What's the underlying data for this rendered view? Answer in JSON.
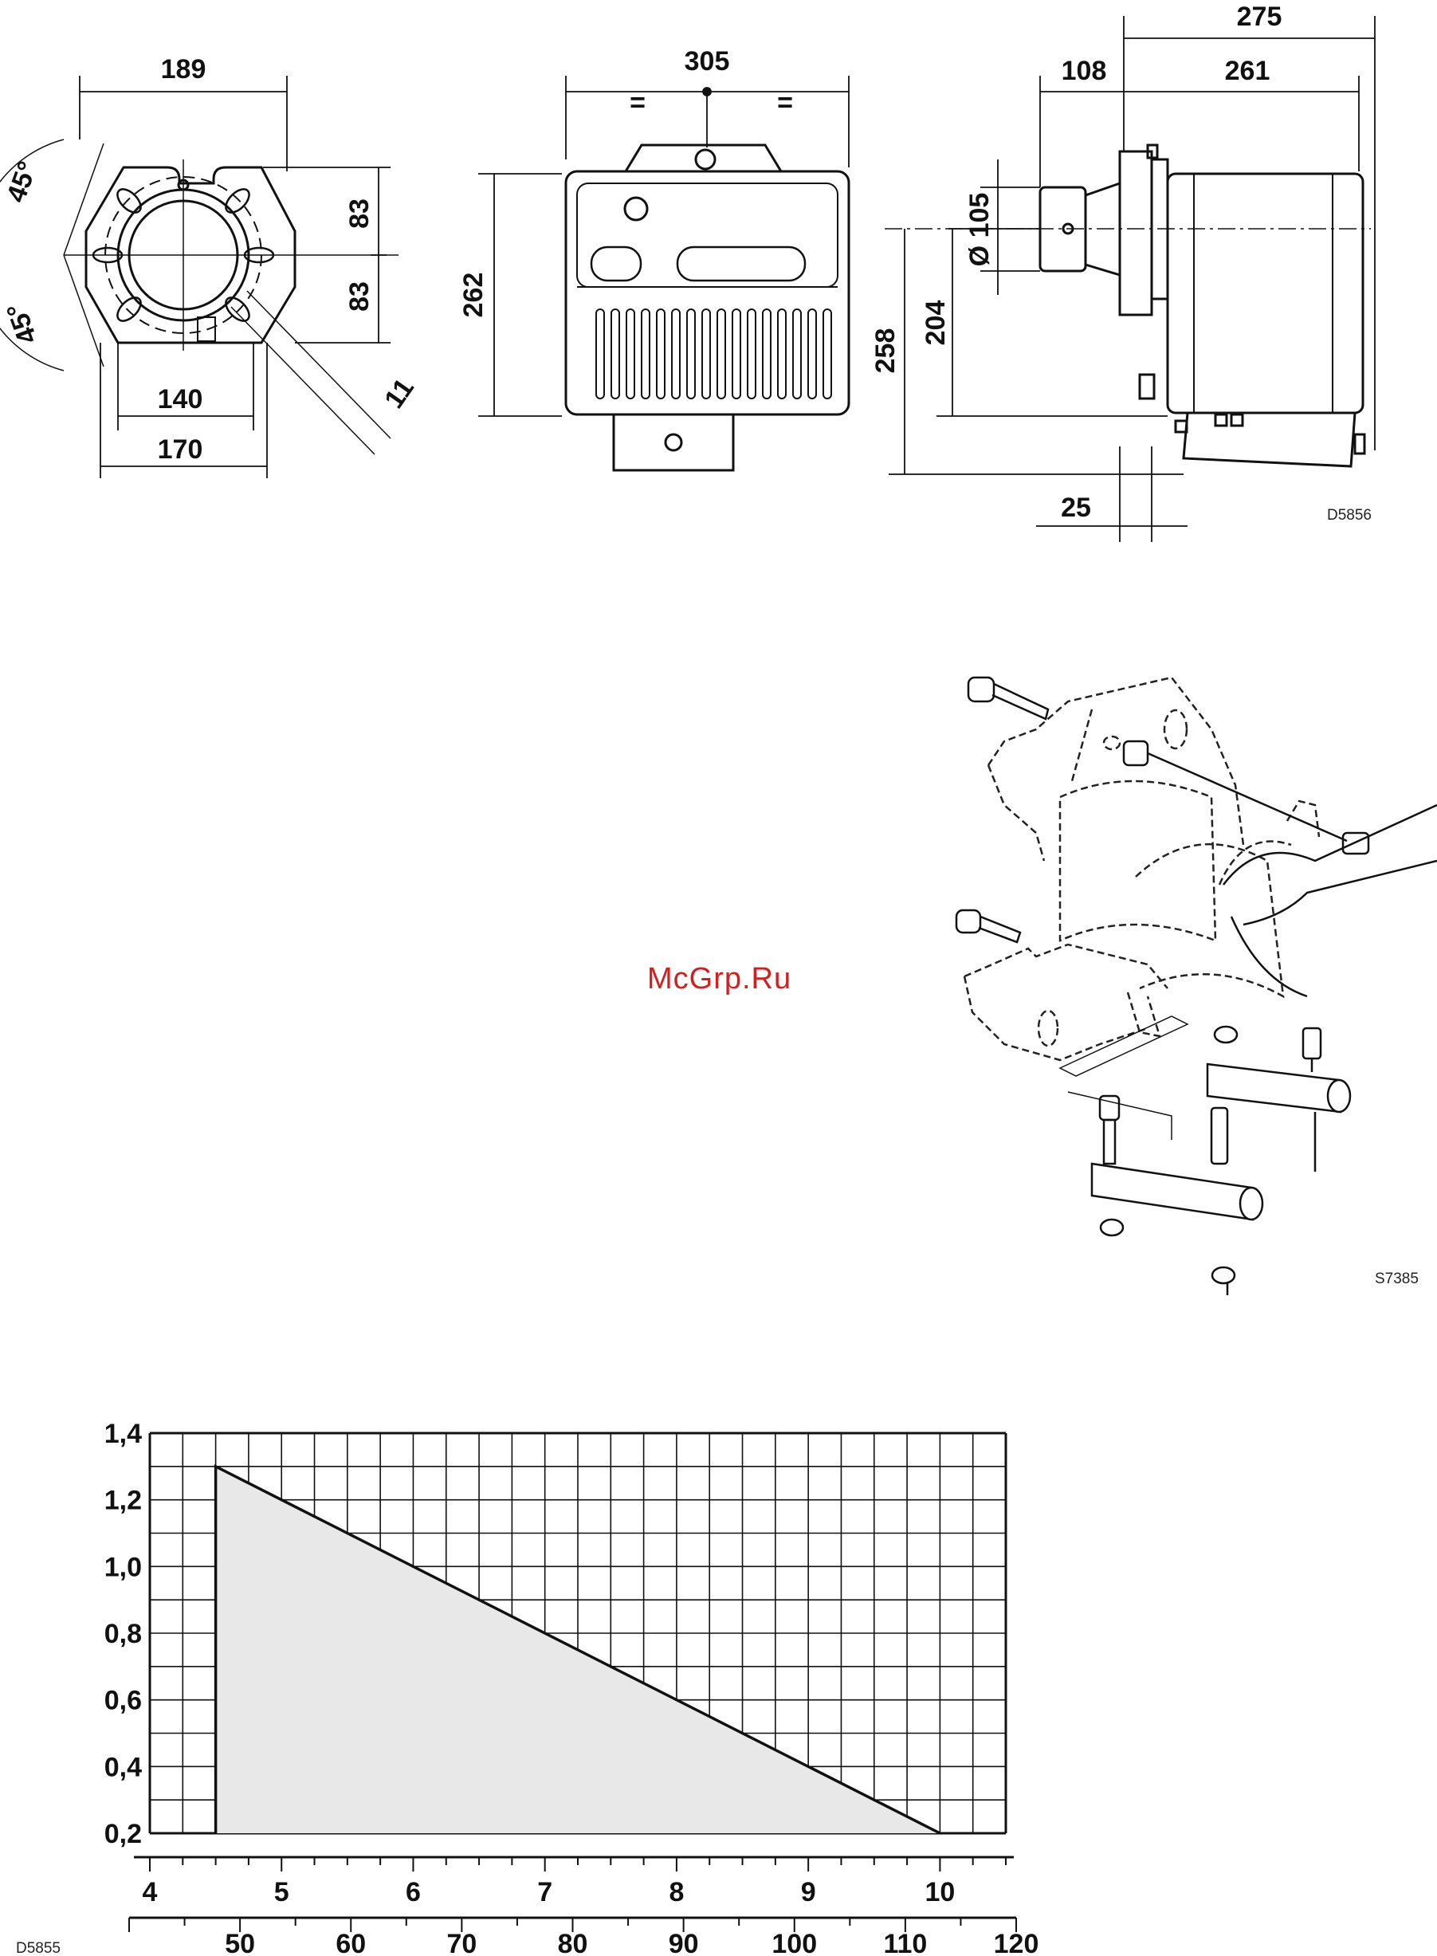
{
  "drawing_codes": {
    "dimensions_drawing": "D5856",
    "assembly_drawing": "S7385",
    "chart_drawing": "D5855"
  },
  "watermark": "McGrp.Ru",
  "dimensions": {
    "front_width": "189",
    "front_upper_height": "83",
    "front_lower_height": "83",
    "front_inner_width": "140",
    "front_outer_width": "170",
    "front_slot": "11",
    "angle_upper": "45°",
    "angle_lower": "45°",
    "side_width": "305",
    "side_equal_left": "=",
    "side_equal_right": "=",
    "side_height": "262",
    "profile_total": "275",
    "profile_head": "108",
    "profile_body": "261",
    "profile_tube_diameter": "Ø 105",
    "profile_axis_height": "204",
    "profile_total_height": "258",
    "profile_flange": "25"
  },
  "colors": {
    "fill": "#e8e8e8",
    "line": "#111111",
    "watermark": "#d02020"
  },
  "chart_data": {
    "type": "area",
    "x": [
      4.5,
      10
    ],
    "y": [
      1.3,
      0.2
    ],
    "x_ticks": [
      "4",
      "5",
      "6",
      "7",
      "8",
      "9",
      "10"
    ],
    "secondary_x_ticks": [
      "50",
      "60",
      "70",
      "80",
      "90",
      "100",
      "110",
      "120"
    ],
    "y_ticks": [
      "1,4",
      "1,2",
      "1,0",
      "0,8",
      "0,6",
      "0,4",
      "0,2"
    ],
    "xlim": [
      4,
      10.5
    ],
    "ylim": [
      0.2,
      1.4
    ],
    "secondary_xlim": [
      40,
      120
    ],
    "grid": true,
    "title": "",
    "xlabel": "",
    "ylabel": ""
  }
}
